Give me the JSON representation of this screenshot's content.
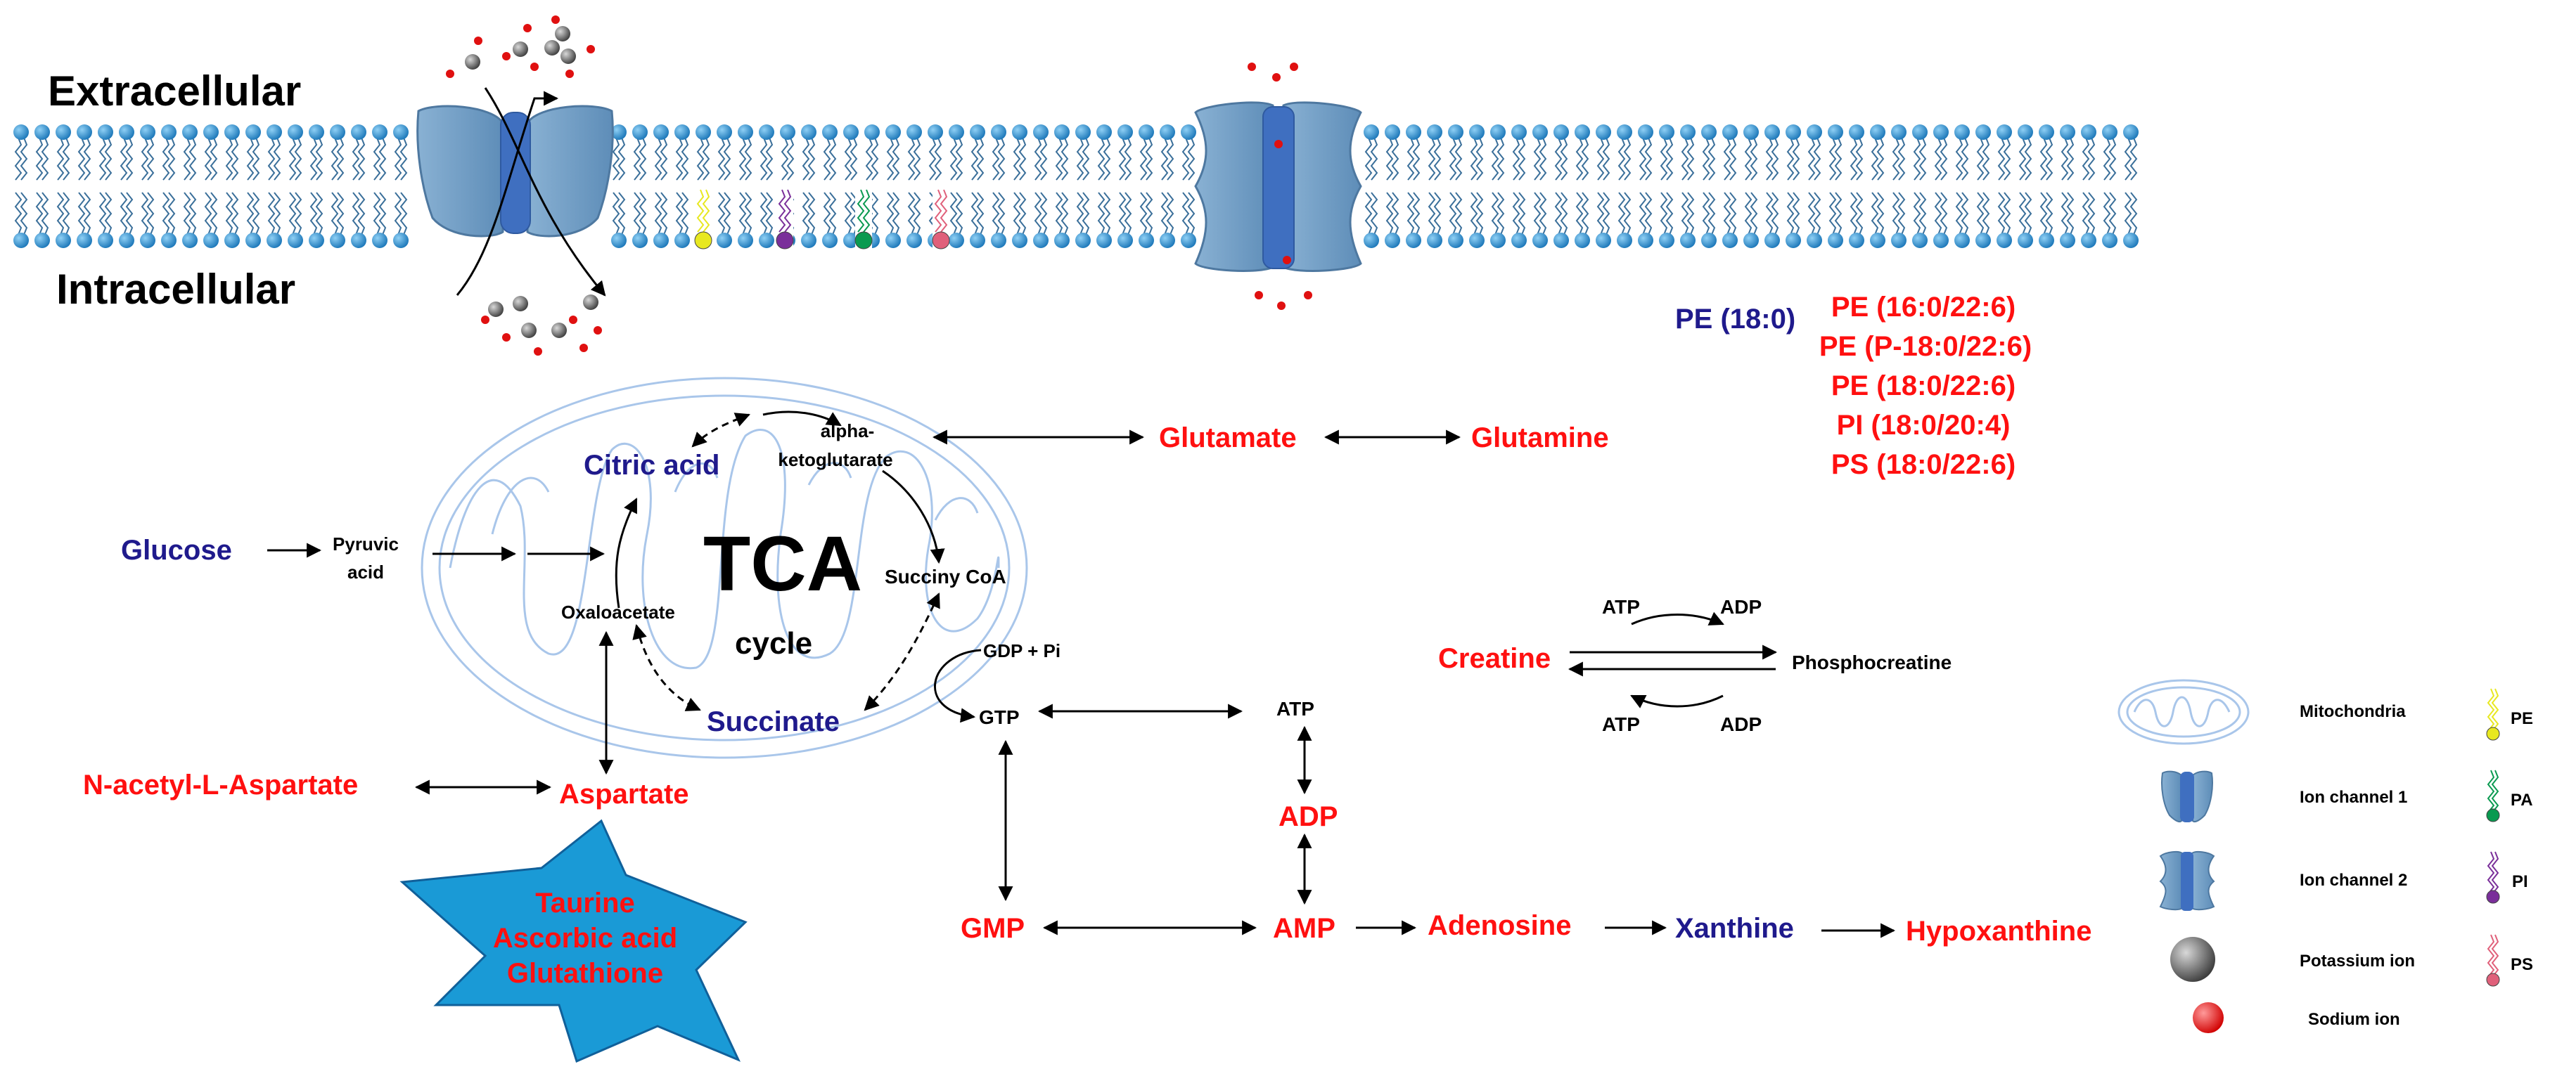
{
  "colors": {
    "red": "#ff1010",
    "blue": "#1f1a8c",
    "black": "#000000",
    "membrane_head": "#2a8ccf",
    "channel_outer": "#6f9ec4",
    "channel_inner": "#3d6fbf",
    "mito": "#a9c6ea",
    "star": "#1a9ad6",
    "pe_lipid": "#e8e820",
    "pi_lipid": "#7a2f9a",
    "pa_lipid": "#0a9a50",
    "ps_lipid": "#e0607a"
  },
  "labels": {
    "extracellular": "Extracellular",
    "intracellular": "Intracellular",
    "tca": "TCA",
    "cycle": "cycle"
  },
  "metabolites": {
    "glucose": "Glucose",
    "pyruvic_1": "Pyruvic",
    "pyruvic_2": "acid",
    "citric_acid": "Citric acid",
    "alpha_1": "alpha-",
    "alpha_2": "ketoglutarate",
    "succinyl_coa": "Succiny CoA",
    "oxaloacetate": "Oxaloacetate",
    "succinate": "Succinate",
    "gdp_pi": "GDP + Pi",
    "gtp": "GTP",
    "glutamate": "Glutamate",
    "glutamine": "Glutamine",
    "nacetyl": "N-acetyl-L-Aspartate",
    "aspartate": "Aspartate",
    "taurine": "Taurine",
    "ascorbic": "Ascorbic acid",
    "glutathione": "Glutathione",
    "gmp": "GMP",
    "amp": "AMP",
    "adp_mid": "ADP",
    "atp_mid": "ATP",
    "adenosine": "Adenosine",
    "xanthine": "Xanthine",
    "hypoxanthine": "Hypoxanthine",
    "creatine": "Creatine",
    "phosphocreatine": "Phosphocreatine",
    "atp_top": "ATP",
    "adp_top": "ADP",
    "atp_bottom": "ATP",
    "adp_bottom": "ADP"
  },
  "lipids": {
    "pe18": "PE (18:0)",
    "list": [
      "PE (16:0/22:6)",
      "PE (P-18:0/22:6)",
      "PE (18:0/22:6)",
      "PI (18:0/20:4)",
      "PS (18:0/22:6)"
    ]
  },
  "legend": {
    "mitochondria": "Mitochondria",
    "ion_channel_1": "Ion channel 1",
    "ion_channel_2": "Ion channel 2",
    "potassium": "Potassium ion",
    "sodium": "Sodium ion",
    "pe": "PE",
    "pa": "PA",
    "pi": "PI",
    "ps": "PS"
  }
}
